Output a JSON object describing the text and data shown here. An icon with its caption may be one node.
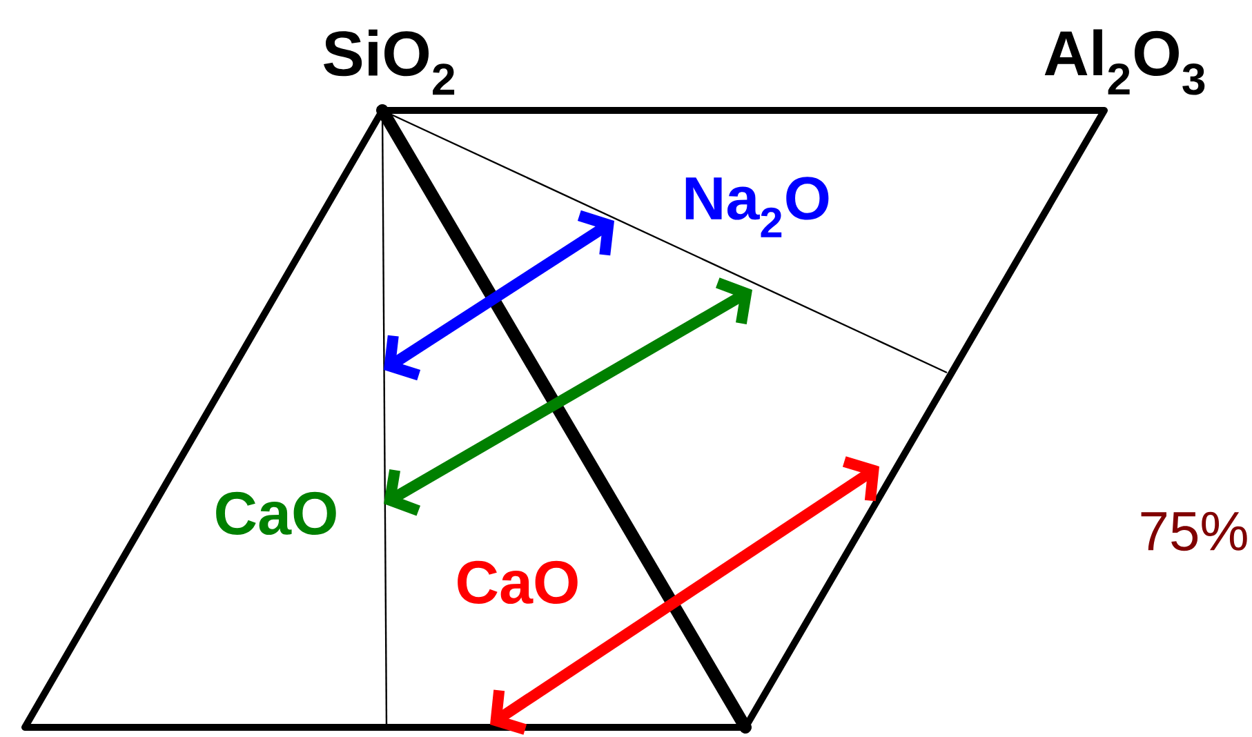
{
  "diagram": {
    "labels": [
      "SiO$_{2}$",
      "Al$_{2}$O$_{3}$",
      "Na$_{2}$O",
      "CaO",
      "CaO",
      "75%"
    ]
  }
}
